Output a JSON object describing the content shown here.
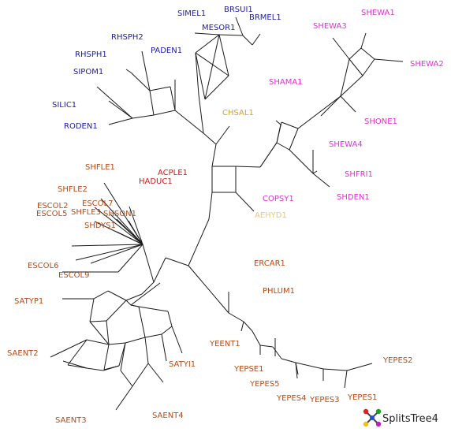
{
  "colors": {
    "blue": "#1c1ca8",
    "magenta": "#e030d8",
    "gold": "#cfa428",
    "lightgold": "#e6c878",
    "red": "#d01818",
    "orange": "#b84a14",
    "edge": "#1a1a1a"
  },
  "taxa": [
    {
      "id": "simel1",
      "text": "SIMEL1",
      "color": "blue"
    },
    {
      "id": "brsui1",
      "text": "BRSUI1",
      "color": "blue"
    },
    {
      "id": "brmel1",
      "text": "BRMEL1",
      "color": "blue"
    },
    {
      "id": "mesor1",
      "text": "MESOR1",
      "color": "blue"
    },
    {
      "id": "rhsph2",
      "text": "RHSPH2",
      "color": "blue"
    },
    {
      "id": "rhsph1",
      "text": "RHSPH1",
      "color": "blue"
    },
    {
      "id": "paden1",
      "text": "PADEN1",
      "color": "blue"
    },
    {
      "id": "sipom1",
      "text": "SIPOM1",
      "color": "blue"
    },
    {
      "id": "silic1",
      "text": "SILIC1",
      "color": "blue"
    },
    {
      "id": "roden1",
      "text": "RODEN1",
      "color": "blue"
    },
    {
      "id": "shewa1",
      "text": "SHEWA1",
      "color": "magenta"
    },
    {
      "id": "shewa3",
      "text": "SHEWA3",
      "color": "magenta"
    },
    {
      "id": "shewa2",
      "text": "SHEWA2",
      "color": "magenta"
    },
    {
      "id": "shama1",
      "text": "SHAMA1",
      "color": "magenta"
    },
    {
      "id": "shone1",
      "text": "SHONE1",
      "color": "magenta"
    },
    {
      "id": "shewa4",
      "text": "SHEWA4",
      "color": "magenta"
    },
    {
      "id": "shfri1",
      "text": "SHFRI1",
      "color": "magenta"
    },
    {
      "id": "shden1",
      "text": "SHDEN1",
      "color": "magenta"
    },
    {
      "id": "copsy1",
      "text": "COPSY1",
      "color": "magenta"
    },
    {
      "id": "chsal1",
      "text": "CHSAL1",
      "color": "gold"
    },
    {
      "id": "aehyd1",
      "text": "AEHYD1",
      "color": "lightgold"
    },
    {
      "id": "acple1",
      "text": "ACPLE1",
      "color": "red"
    },
    {
      "id": "haduc1",
      "text": "HADUC1",
      "color": "red"
    },
    {
      "id": "shfle1",
      "text": "SHFLE1",
      "color": "orange"
    },
    {
      "id": "shfle2",
      "text": "SHFLE2",
      "color": "orange"
    },
    {
      "id": "escol2",
      "text": "ESCOL2",
      "color": "orange"
    },
    {
      "id": "escol7",
      "text": "ESCOL7",
      "color": "orange"
    },
    {
      "id": "escol5",
      "text": "ESCOL5",
      "color": "orange"
    },
    {
      "id": "shfle3",
      "text": "SHFLE3",
      "color": "orange"
    },
    {
      "id": "shson1",
      "text": "SHSON1",
      "color": "orange"
    },
    {
      "id": "shdys1",
      "text": "SHDYS1",
      "color": "orange"
    },
    {
      "id": "escol6",
      "text": "ESCOL6",
      "color": "orange"
    },
    {
      "id": "escol9",
      "text": "ESCOL9",
      "color": "orange"
    },
    {
      "id": "ercar1",
      "text": "ERCAR1",
      "color": "orange"
    },
    {
      "id": "phlum1",
      "text": "PHLUM1",
      "color": "orange"
    },
    {
      "id": "satyp1",
      "text": "SATYP1",
      "color": "orange"
    },
    {
      "id": "yeent1",
      "text": "YEENT1",
      "color": "orange"
    },
    {
      "id": "saent2",
      "text": "SAENT2",
      "color": "orange"
    },
    {
      "id": "satyi1",
      "text": "SATYI1",
      "color": "orange"
    },
    {
      "id": "yepse1",
      "text": "YEPSE1",
      "color": "orange"
    },
    {
      "id": "yepes2",
      "text": "YEPES2",
      "color": "orange"
    },
    {
      "id": "yepes5",
      "text": "YEPES5",
      "color": "orange"
    },
    {
      "id": "yepes4",
      "text": "YEPES4",
      "color": "orange"
    },
    {
      "id": "yepes3",
      "text": "YEPES3",
      "color": "orange"
    },
    {
      "id": "yepes1",
      "text": "YEPES1",
      "color": "orange"
    },
    {
      "id": "saent4",
      "text": "SAENT4",
      "color": "orange"
    },
    {
      "id": "saent3",
      "text": "SAENT3",
      "color": "orange"
    }
  ],
  "logo": {
    "text": "SplitsTree4"
  }
}
